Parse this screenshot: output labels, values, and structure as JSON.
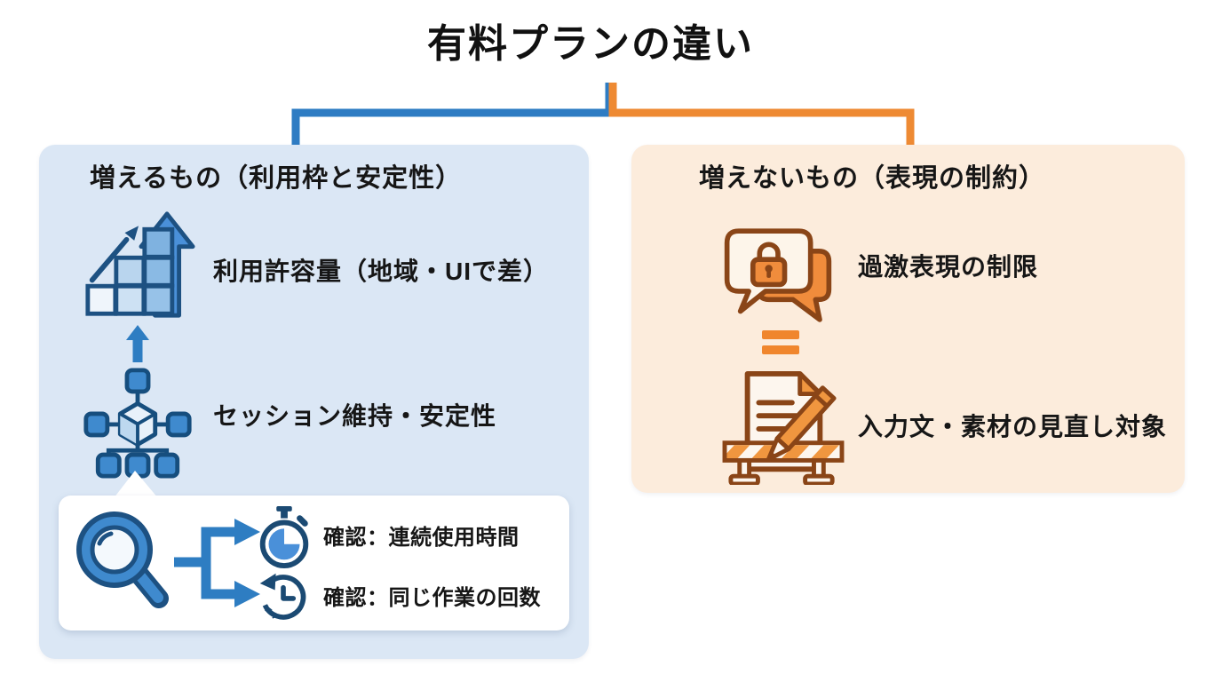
{
  "title": "有料プランの違い",
  "colors": {
    "accent_blue": "#2e7cc3",
    "accent_orange": "#ee8a33",
    "panel_blue_bg": "#dbe7f5",
    "panel_orange_bg": "#fcecdc",
    "callout_bg": "#ffffff",
    "icon_blue_dark": "#1d5182",
    "icon_blue_mid": "#4a90d9",
    "icon_orange_dark": "#8a4517",
    "icon_orange_fill": "#f08c3c",
    "text": "#161616"
  },
  "left_panel": {
    "header": "増えるもの（利用枠と安定性）",
    "items": [
      {
        "icon": "growth-chart-icon",
        "label": "利用許容量（地域・UIで差）"
      },
      {
        "icon": "network-hierarchy-icon",
        "label": "セッション維持・安定性"
      }
    ],
    "callout": {
      "icon": "magnifier-icon",
      "items": [
        {
          "icon": "stopwatch-icon",
          "label": "確認：連続使用時間"
        },
        {
          "icon": "history-clock-icon",
          "label": "確認：同じ作業の回数"
        }
      ]
    }
  },
  "right_panel": {
    "header": "増えないもの（表現の制約）",
    "items": [
      {
        "icon": "chat-lock-icon",
        "label": "過激表現の制限"
      },
      {
        "icon": "document-review-icon",
        "label": "入力文・素材の見直し対象"
      }
    ]
  }
}
